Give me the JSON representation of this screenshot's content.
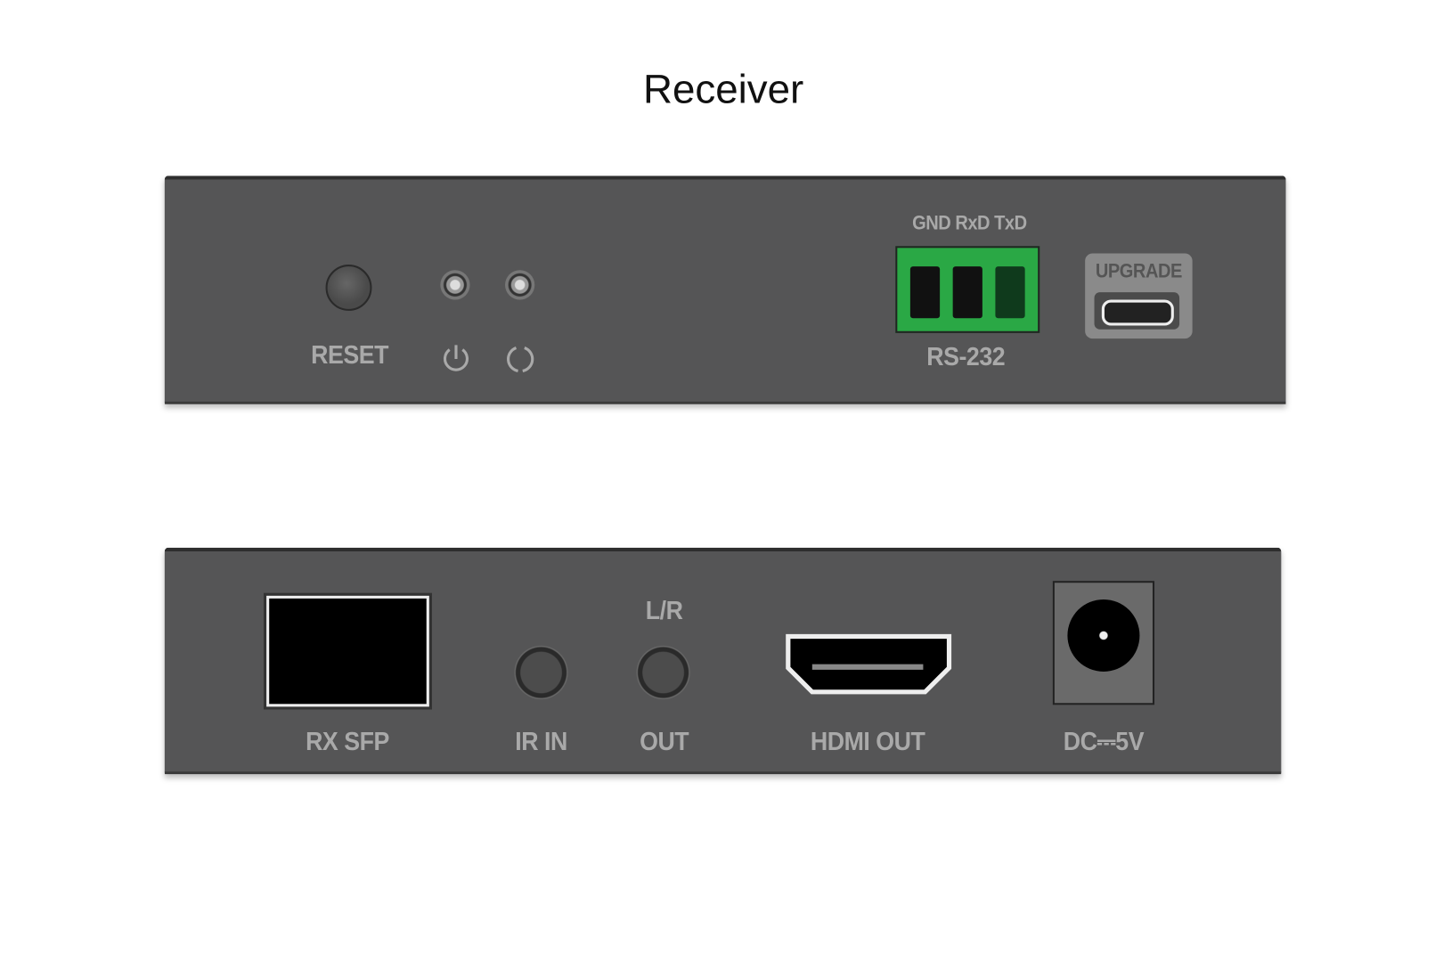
{
  "title": "Receiver",
  "front_panel": {
    "reset_label": "RESET",
    "power_icon": "power-icon",
    "link_icon": "link-status-icon",
    "rs232_pins": "GND RxD TxD",
    "rs232_label": "RS-232",
    "upgrade_label": "UPGRADE",
    "terminal_color": "#2aa845"
  },
  "rear_panel": {
    "sfp_label": "RX SFP",
    "ir_in_label": "IR IN",
    "lr_label": "L/R",
    "out_label": "OUT",
    "hdmi_label": "HDMI OUT",
    "dc_label": "DC⎓5V"
  }
}
